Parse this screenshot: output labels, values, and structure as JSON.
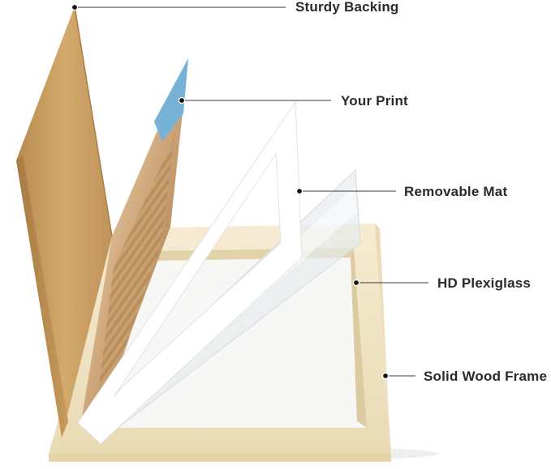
{
  "callouts": [
    {
      "id": "sturdy-backing",
      "label": "Sturdy Backing"
    },
    {
      "id": "your-print",
      "label": "Your Print"
    },
    {
      "id": "removable-mat",
      "label": "Removable Mat"
    },
    {
      "id": "hd-plexiglass",
      "label": "HD Plexiglass"
    },
    {
      "id": "solid-wood-frame",
      "label": "Solid Wood Frame"
    }
  ],
  "colors": {
    "frame": "#f0e4c6",
    "backing": "#c99c5f",
    "mat": "#ffffff",
    "plexiglass": "#e6ebee",
    "print_sky": "#7fb6d8",
    "callout_line": "#3a3a3a"
  }
}
